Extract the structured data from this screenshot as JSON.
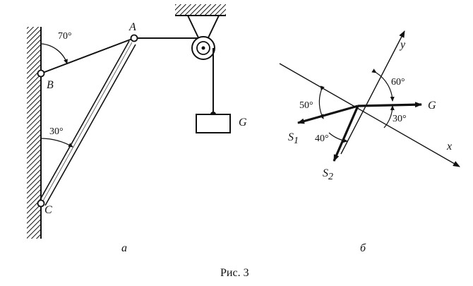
{
  "figure": {
    "caption": "Рис. 3",
    "panel_a": {
      "label": "а",
      "angle_top": "70°",
      "angle_bottom": "30°",
      "point_a": "A",
      "point_b": "B",
      "point_c": "C",
      "weight": "G"
    },
    "panel_b": {
      "label": "б",
      "axis_x": "x",
      "axis_y": "y",
      "angle_60": "60°",
      "angle_50": "50°",
      "angle_30": "30°",
      "angle_40": "40°",
      "force_g": "G",
      "force_s1": "S",
      "force_s1_sub": "1",
      "force_s2": "S",
      "force_s2_sub": "2"
    }
  }
}
